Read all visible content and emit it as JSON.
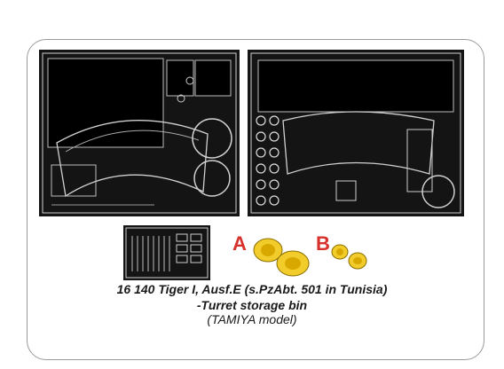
{
  "product": {
    "code_line": "16 140   Tiger I, Ausf.E (s.PzAbt. 501 in Tunisia)",
    "subtitle": "-Turret storage bin",
    "model_note": "(TAMIYA model)"
  },
  "callouts": {
    "a": "A",
    "b": "B"
  },
  "colors": {
    "fret": "#141414",
    "callout": "#d8302a",
    "resin": "#f2cc2a"
  }
}
